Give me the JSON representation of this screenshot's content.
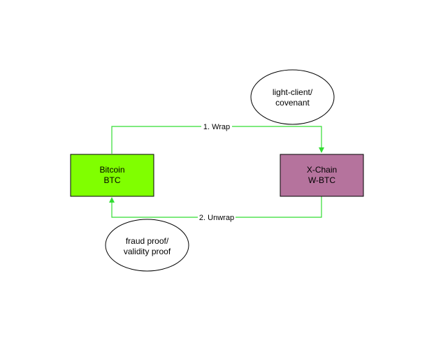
{
  "diagram": {
    "nodes": {
      "bitcoin": {
        "line1": "Bitcoin",
        "line2": "BTC",
        "fill": "#80ff00"
      },
      "xchain": {
        "line1": "X-Chain",
        "line2": "W-BTC",
        "fill": "#b5739d"
      },
      "light_client": {
        "line1": "light-client/",
        "line2": "covenant"
      },
      "fraud_proof": {
        "line1": "fraud proof/",
        "line2": "validity proof"
      }
    },
    "edges": {
      "wrap": {
        "label": "1. Wrap"
      },
      "unwrap": {
        "label": "2. Unwrap"
      }
    },
    "colors": {
      "edge": "#33dd33",
      "stroke": "#000000",
      "background": "#ffffff"
    }
  }
}
